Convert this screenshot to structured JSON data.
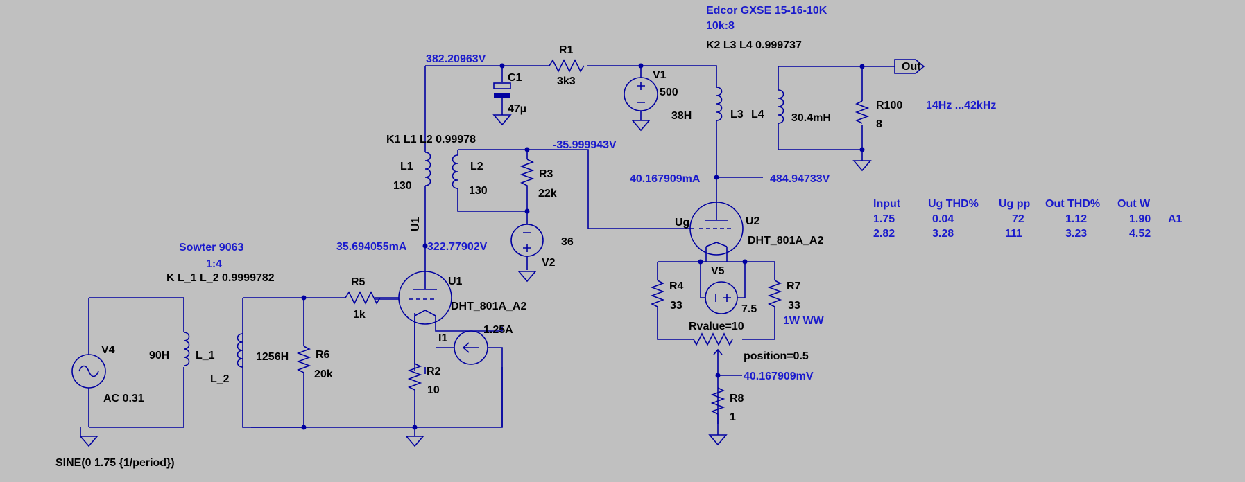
{
  "transformer_out": {
    "name": "Edcor GXSE 15-16-10K",
    "ratio": "10k:8",
    "coupling": "K2 L3 L4 0.999737"
  },
  "transformer_in": {
    "name": "Sowter 9063",
    "ratio": "1:4",
    "coupling": "K L_1 L_2  0.9999782"
  },
  "transformer_mid": {
    "coupling": "K1 L1 L2  0.99978"
  },
  "nodes": {
    "b_plus": "382.20963V",
    "grid_bias": "-35.999943V",
    "u2_current": "40.167909mA",
    "u2_plate": "484.94733V",
    "u1_current": "35.694055mA",
    "u1_plate": "322.77902V",
    "cathode_mv": "40.167909mV"
  },
  "components": {
    "r1": {
      "name": "R1",
      "value": "3k3"
    },
    "c1": {
      "name": "C1",
      "value": "47µ"
    },
    "v1": {
      "name": "V1",
      "value": "500"
    },
    "l3": {
      "name": "L3",
      "value": "38H"
    },
    "l4": {
      "name": "L4",
      "value": "30.4mH"
    },
    "r100": {
      "name": "R100",
      "value": "8"
    },
    "out": {
      "name": "Out"
    },
    "l1": {
      "name": "L1",
      "value": "130"
    },
    "l2": {
      "name": "L2",
      "value": "130"
    },
    "r3": {
      "name": "R3",
      "value": "22k"
    },
    "v2": {
      "name": "V2",
      "value": "36"
    },
    "u1": {
      "name": "U1",
      "model": "DHT_801A_A2",
      "label_rot": "U1"
    },
    "u2": {
      "name": "U2",
      "model": "DHT_801A_A2",
      "grid": "Ug"
    },
    "r5": {
      "name": "R5",
      "value": "1k"
    },
    "r6": {
      "name": "R6",
      "value": "20k"
    },
    "r2": {
      "name": "R2",
      "value": "10"
    },
    "i1": {
      "name": "I1",
      "value": "1.25A"
    },
    "v4": {
      "name": "V4",
      "value": "AC 0.31",
      "sine": "SINE(0 1.75 {1/period})"
    },
    "l_1": {
      "name": "L_1",
      "value": "90H"
    },
    "l_2": {
      "name": "L_2",
      "value": "1256H"
    },
    "r4": {
      "name": "R4",
      "value": "33"
    },
    "r7": {
      "name": "R7",
      "value": "33",
      "note": "1W  WW"
    },
    "v5": {
      "name": "V5",
      "value": "7.5"
    },
    "pot": {
      "rvalue": "Rvalue=10",
      "position": "position=0.5"
    },
    "r8": {
      "name": "R8",
      "value": "1"
    }
  },
  "freq_note": "14Hz ...42kHz",
  "results": {
    "headers": [
      "Input",
      "Ug THD%",
      "Ug pp",
      "Out THD%",
      "Out W"
    ],
    "rows": [
      [
        "1.75",
        "0.04",
        "72",
        "1.12",
        "1.90"
      ],
      [
        "2.82",
        "3.28",
        "111",
        "3.23",
        "4.52"
      ]
    ],
    "row_tag": "A1"
  }
}
